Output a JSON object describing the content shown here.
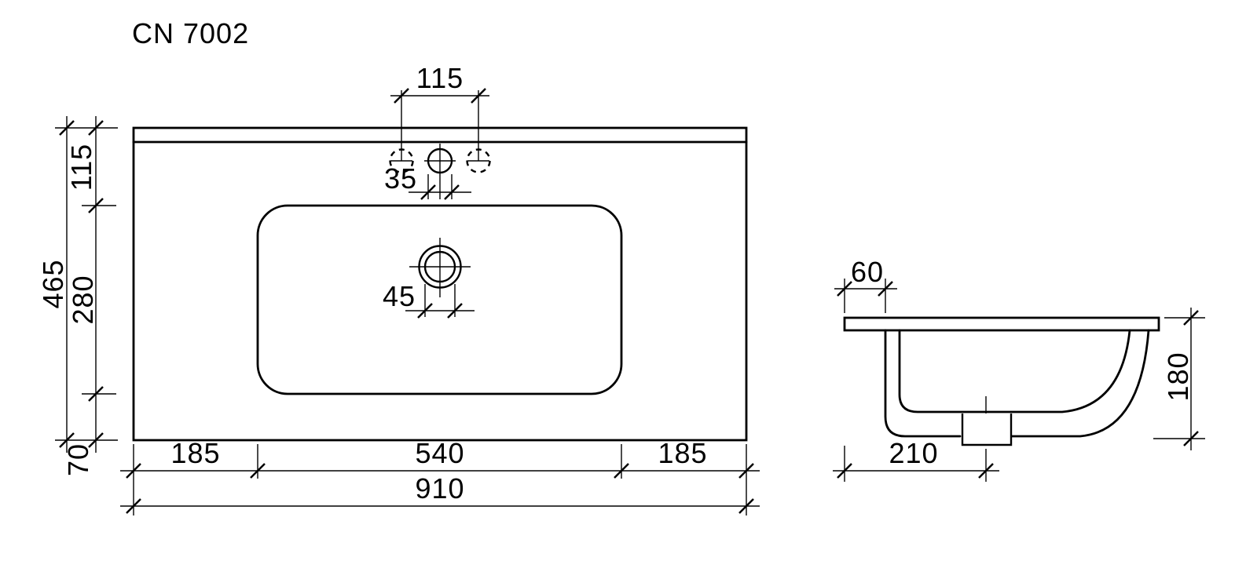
{
  "title": "CN 7002",
  "colors": {
    "line": "#000000",
    "background": "#ffffff"
  },
  "plan_view": {
    "label": "top-view-of-washbasin",
    "dims": {
      "faucet_hole_spacing": "115",
      "faucet_hole_diameter": "35",
      "drain_diameter": "45",
      "total_depth": "465",
      "back_to_bowl": "115",
      "bowl_depth": "280",
      "bowl_to_front": "70",
      "left_to_bowl": "185",
      "bowl_width": "540",
      "bowl_to_right": "185",
      "total_width": "910"
    }
  },
  "side_view": {
    "label": "side-section-view",
    "dims": {
      "back_overhang": "60",
      "height": "180",
      "front_to_drain": "210"
    }
  }
}
